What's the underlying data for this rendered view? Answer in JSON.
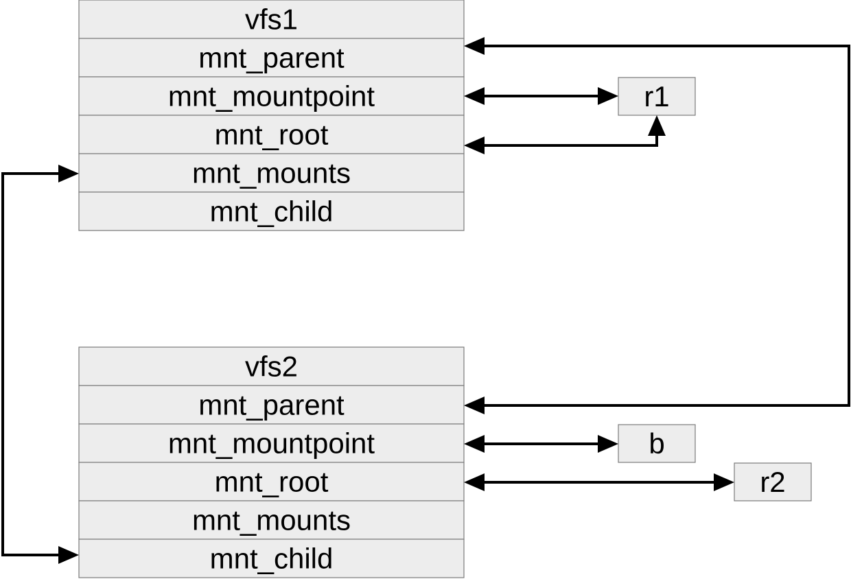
{
  "structs": [
    {
      "title": "vfs1",
      "fields": [
        "mnt_parent",
        "mnt_mountpoint",
        "mnt_root",
        "mnt_mounts",
        "mnt_child"
      ]
    },
    {
      "title": "vfs2",
      "fields": [
        "mnt_parent",
        "mnt_mountpoint",
        "mnt_root",
        "mnt_mounts",
        "mnt_child"
      ]
    }
  ],
  "nodes": {
    "r1": "r1",
    "b": "b",
    "r2": "r2"
  }
}
